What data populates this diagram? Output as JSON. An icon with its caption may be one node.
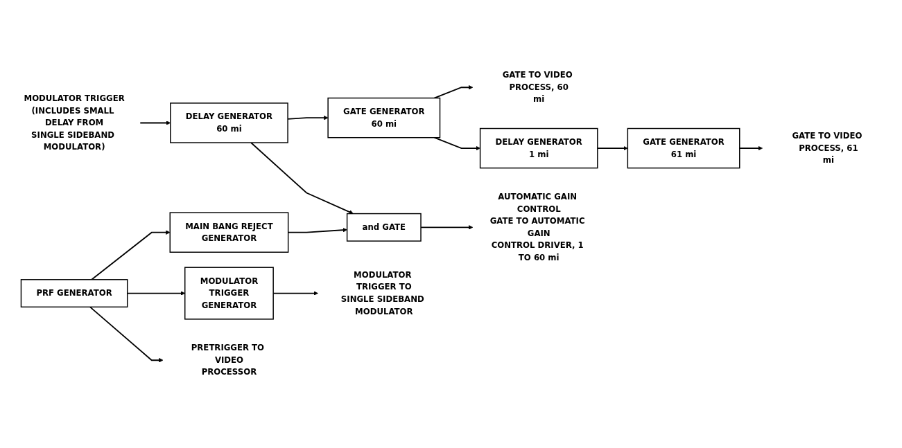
{
  "diagram": {
    "nodes": [
      {
        "text": [
          "PRF GENERATOR"
        ]
      },
      {
        "text": [
          "MODULATOR TRIGGER GENERATOR"
        ]
      },
      {
        "text": [
          "MAIN BANG REJECT GENERATOR"
        ]
      },
      {
        "text": [
          "and GATE"
        ]
      },
      {
        "text": [
          "DELAY GENERATOR 60 mi"
        ]
      },
      {
        "text": [
          "GATE GENERATOR 60 mi"
        ]
      },
      {
        "text": [
          "DELAY GENERATOR 1 mi"
        ]
      },
      {
        "text": [
          "GATE GENERATOR 61 mi"
        ]
      },
      {
        "text": [
          "PRETRIGGER TO VIDEO PROCESSOR"
        ]
      },
      {
        "text": [
          "MODULATOR TRIGGER TO SINGLE SIDEBAND MODULATOR"
        ]
      },
      {
        "text": [
          "AUTOMATIC GAIN CONTROL GATE TO AUTOMATIC GAIN CONTROL DRIVER, 1 TO 60 mi"
        ]
      },
      {
        "text": [
          "MODULATOR TRIGGER (INCLUDES SMALL DELAY FROM SINGLE SIDEBAND MODULATOR)"
        ]
      },
      {
        "text": [
          "GATE TO VIDEO PROCESS, 60 mi"
        ]
      },
      {
        "text": [
          "GATE TO VIDEO PROCESS, 61 mi"
        ]
      }
    ],
    "edges": [
      {
        "from": 0,
        "to": 8,
        "arrow": "to"
      },
      {
        "from": 0,
        "to": 1,
        "arrow": "to"
      },
      {
        "from": 0,
        "to": 2,
        "arrow": "to"
      },
      {
        "from": 1,
        "to": 9,
        "arrow": "to"
      },
      {
        "from": 2,
        "to": 3,
        "arrow": "to"
      },
      {
        "from": 4,
        "to": 3,
        "arrow": "to"
      },
      {
        "from": 3,
        "to": 10,
        "arrow": "to"
      },
      {
        "from": 11,
        "to": 4,
        "arrow": "to"
      },
      {
        "from": 4,
        "to": 5,
        "arrow": "to"
      },
      {
        "from": 5,
        "to": 6,
        "arrow": "to"
      },
      {
        "from": 6,
        "to": 7,
        "arrow": "to"
      },
      {
        "from": 5,
        "to": 12,
        "arrow": "to"
      },
      {
        "from": 7,
        "to": 13,
        "arrow": "to"
      }
    ]
  }
}
